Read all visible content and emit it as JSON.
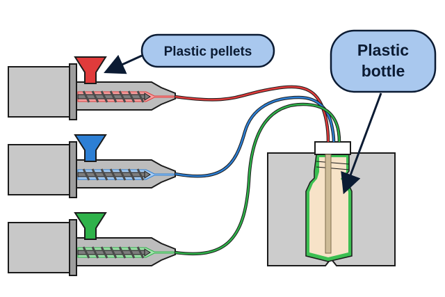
{
  "callouts": {
    "pellets": "Plastic pellets",
    "bottle_line1": "Plastic",
    "bottle_line2": "bottle"
  },
  "extruders": [
    {
      "name": "red",
      "color": "#e03b3b",
      "light": "#f4a0a0"
    },
    {
      "name": "blue",
      "color": "#2d7fd4",
      "light": "#a9cdf2"
    },
    {
      "name": "green",
      "color": "#2fb24a",
      "light": "#a4e3ae"
    }
  ],
  "colors": {
    "motor": "#c8c8c8",
    "barrel": "#bdbdbd",
    "outline": "#1a1a1a",
    "callout_fill": "#a9c8ee",
    "callout_stroke": "#0b1b33",
    "mold": "#cccccc",
    "bottle_fill": "#f7e3c8",
    "bottle_outline": "#3cbf52"
  }
}
